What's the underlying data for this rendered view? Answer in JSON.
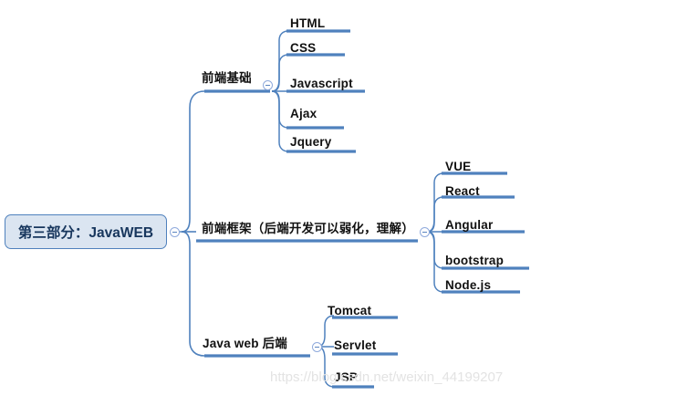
{
  "diagram": {
    "type": "mindmap",
    "orientation": "left-to-right",
    "colors": {
      "root_fill": "#dbe5f1",
      "root_border": "#4f81bd",
      "root_text": "#17365d",
      "connector": "#4f81bd",
      "underline": "#4f81bd",
      "label_text": "#111111",
      "toggle_stroke": "#8faadc",
      "watermark": "#e3e3e3",
      "background": "#ffffff"
    },
    "root": {
      "label": "第三部分：JavaWEB",
      "toggle": "collapse-toggle-minus"
    },
    "branches": [
      {
        "id": "frontend-basics",
        "label": "前端基础",
        "toggle": "collapse-toggle-minus",
        "children": [
          {
            "label": "HTML"
          },
          {
            "label": "CSS"
          },
          {
            "label": "Javascript"
          },
          {
            "label": "Ajax"
          },
          {
            "label": "Jquery"
          }
        ]
      },
      {
        "id": "frontend-frameworks",
        "label": "前端框架（后端开发可以弱化，理解）",
        "toggle": "collapse-toggle-minus",
        "children": [
          {
            "label": "VUE"
          },
          {
            "label": "React"
          },
          {
            "label": "Angular"
          },
          {
            "label": "bootstrap"
          },
          {
            "label": "Node.js"
          }
        ]
      },
      {
        "id": "javaweb-backend",
        "label": "Java web 后端",
        "toggle": "collapse-toggle-minus",
        "children": [
          {
            "label": "Tomcat"
          },
          {
            "label": "Servlet"
          },
          {
            "label": "JSP"
          }
        ]
      }
    ],
    "watermark": "https://blog.csdn.net/weixin_44199207"
  }
}
